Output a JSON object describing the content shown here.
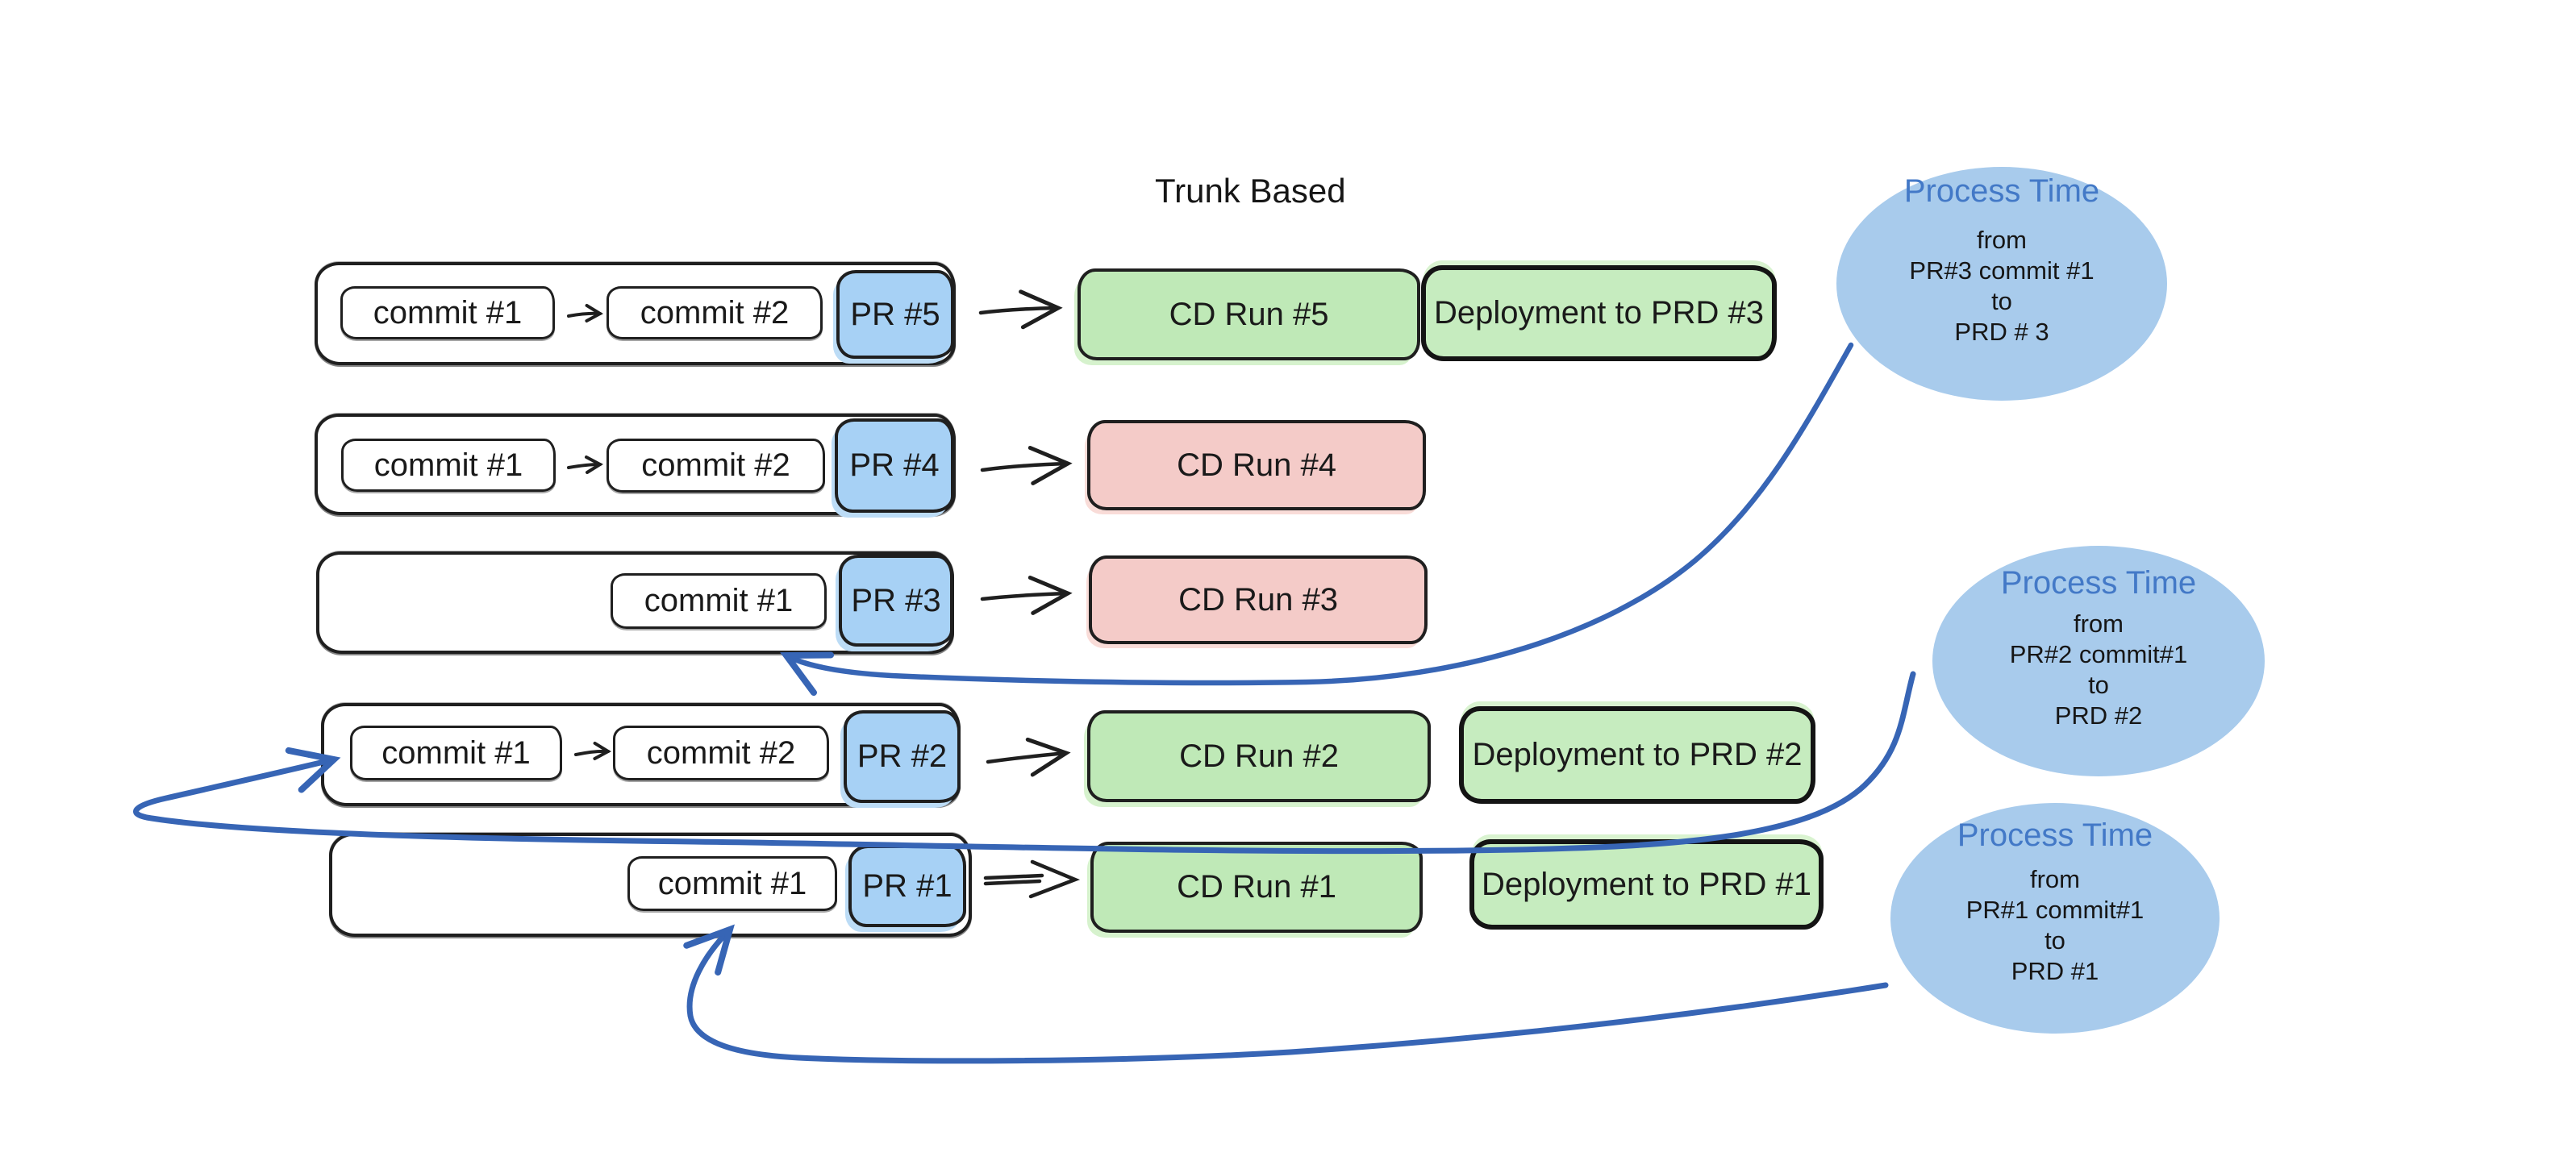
{
  "title": "Trunk Based",
  "colors": {
    "pr_box_fill": "#a7d1f5",
    "bubble_fill": "#a8cbec",
    "cd_success_fill": "#bfe9b7",
    "cd_failed_fill": "#f4cbc8",
    "deployment_fill": "#c6ecbf",
    "process_time_text": "#4379c7",
    "annotation_arrow_blue": "#3765b5",
    "outline_black": "#1f1f1f"
  },
  "rows": [
    {
      "commits": [
        "commit #1",
        "commit #2"
      ],
      "pr": "PR #5",
      "cd": "CD Run #5",
      "cd_status": "success",
      "deployment": "Deployment to PRD #3"
    },
    {
      "commits": [
        "commit #1",
        "commit #2"
      ],
      "pr": "PR #4",
      "cd": "CD Run #4",
      "cd_status": "failed"
    },
    {
      "commits": [
        "commit #1"
      ],
      "pr": "PR #3",
      "cd": "CD Run #3",
      "cd_status": "failed"
    },
    {
      "commits": [
        "commit #1",
        "commit #2"
      ],
      "pr": "PR #2",
      "cd": "CD Run #2",
      "cd_status": "success",
      "deployment": "Deployment to PRD #2"
    },
    {
      "commits": [
        "commit #1"
      ],
      "pr": "PR #1",
      "cd": "CD Run #1",
      "cd_status": "success",
      "deployment": "Deployment to PRD #1"
    }
  ],
  "process_time_bubbles": [
    {
      "title": "Process Time",
      "lines": [
        "from",
        "PR#3 commit #1",
        "to",
        "PRD # 3"
      ]
    },
    {
      "title": "Process Time",
      "lines": [
        "from",
        "PR#2 commit#1",
        "to",
        "PRD #2"
      ]
    },
    {
      "title": "Process Time",
      "lines": [
        "from",
        "PR#1 commit#1",
        "to",
        "PRD #1"
      ]
    }
  ]
}
